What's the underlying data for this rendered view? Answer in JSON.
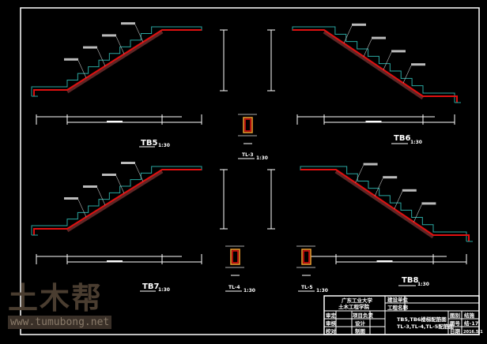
{
  "drawings": [
    {
      "name": "TB5",
      "scale": "1:30"
    },
    {
      "name": "TB6",
      "scale": "1:30"
    },
    {
      "name": "TB7",
      "scale": "1:30"
    },
    {
      "name": "TB8",
      "scale": "1:30"
    }
  ],
  "beams": [
    {
      "name": "TL-3",
      "scale": "1:30"
    },
    {
      "name": "TL-4",
      "scale": "1:30"
    },
    {
      "name": "TL-5",
      "scale": "1:30"
    }
  ],
  "watermark": {
    "logo": "土木帮",
    "url": "www.tumubong.net"
  },
  "title_block": {
    "school": "广东工业大学",
    "dept": "土木工程学院",
    "project_label": "建设单位",
    "name_label": "工程名称",
    "roles": [
      "审定",
      "审核",
      "校对"
    ],
    "roles2": [
      "项目负责",
      "设计",
      "制图"
    ],
    "drawing_title_1": "TB5,TB6楼梯配筋图",
    "drawing_title_2": "TL-3,TL-4,TL-5配筋图",
    "meta_labels": [
      "图别",
      "图号",
      "日期"
    ],
    "meta_values": [
      "结施",
      "结-17",
      "2016.5.1"
    ]
  },
  "colors": {
    "rebar": "#e01010",
    "concrete": "#2aa6a0",
    "line": "#ffffff",
    "watermark": "#4a3d30"
  }
}
